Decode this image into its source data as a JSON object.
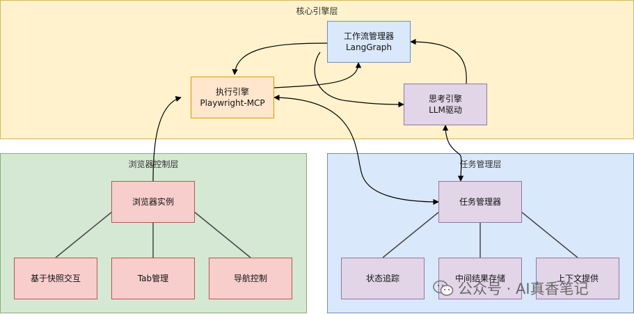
{
  "colors": {
    "core_fill": "#fff2cc",
    "core_border": "#d6b656",
    "browser_fill": "#d5e8d4",
    "browser_border": "#82b366",
    "task_fill": "#dae8fc",
    "task_border": "#6c8ebf",
    "blue_node_fill": "#dae8fc",
    "blue_node_border": "#6c8ebf",
    "orange_node_fill": "#ffe6cc",
    "orange_node_border": "#d79b00",
    "purple_node_fill": "#e1d5e7",
    "purple_node_border": "#9673a6",
    "red_node_fill": "#f8cecc",
    "red_node_border": "#b85450"
  },
  "layers": {
    "core": "核心引擎层",
    "browser": "浏览器控制层",
    "task": "任务管理层"
  },
  "nodes": {
    "workflow": {
      "line1": "工作流管理器",
      "line2": "LangGraph"
    },
    "exec": {
      "line1": "执行引擎",
      "line2": "Playwright-MCP"
    },
    "think": {
      "line1": "思考引擎",
      "line2": "LLM驱动"
    },
    "browser_instance": "浏览器实例",
    "snapshot": "基于快照交互",
    "tab": "Tab管理",
    "nav": "导航控制",
    "task_manager": "任务管理器",
    "state": "状态追踪",
    "intermediate": "中间结果存储",
    "context": "上下文提供"
  },
  "watermark": "公众号 · AI真香笔记"
}
